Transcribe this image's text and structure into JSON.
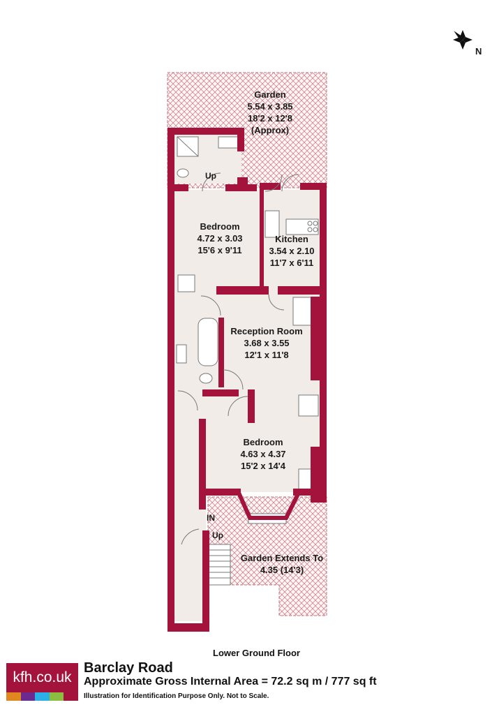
{
  "floor_label": "Lower Ground Floor",
  "property": {
    "title": "Barclay Road",
    "area_text": "Approximate Gross Internal Area = 72.2 sq m / 777 sq ft",
    "disclaimer": "Illustration for Identification Purpose Only. Not to Scale."
  },
  "logo": {
    "text": "kfh.co.uk",
    "bar_colors": [
      "#e0881f",
      "#6b2a90",
      "#2cb1e6",
      "#8cbf3f",
      "#a3133b"
    ]
  },
  "compass": {
    "north_label": "N"
  },
  "rooms": {
    "garden": [
      "Garden",
      "5.54 x 3.85",
      "18'2 x 12'8",
      "(Approx)"
    ],
    "bedroom1": [
      "Bedroom",
      "4.72 x 3.03",
      "15'6 x 9'11"
    ],
    "kitchen": [
      "Kitchen",
      "3.54 x 2.10",
      "11'7 x 6'11"
    ],
    "reception": [
      "Reception Room",
      "3.68 x 3.55",
      "12'1 x 11'8"
    ],
    "bedroom2": [
      "Bedroom",
      "4.63 x 4.37",
      "15'2 x 14'4"
    ],
    "garden_extends": [
      "Garden Extends To",
      "4.35 (14'3)"
    ]
  },
  "markers": {
    "up_top": "Up",
    "in": "IN",
    "up_bottom": "Up"
  },
  "colors": {
    "wall": "#a3133b",
    "floor": "#f2ece8",
    "hatch": "#c8747f"
  }
}
